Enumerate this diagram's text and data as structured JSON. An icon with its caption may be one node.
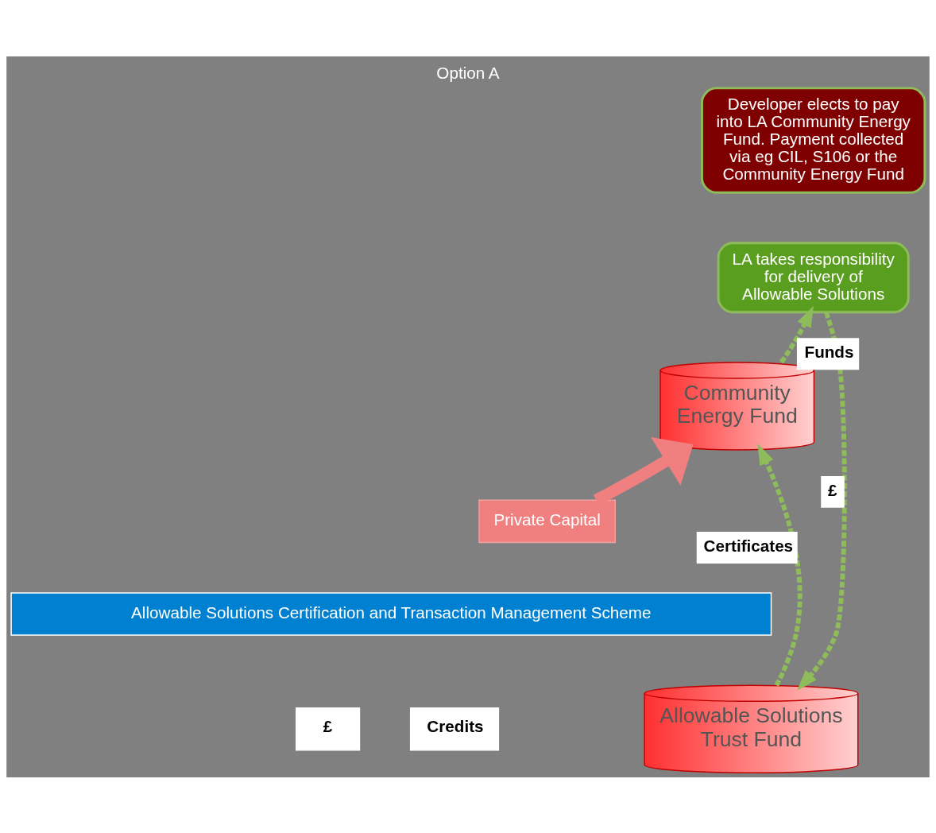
{
  "diagram": {
    "title": "Option A",
    "nodes": [
      {
        "text": [
          "Developer elects to pay into LA Community Energy Fund. Payment collected via eg CIL, S106 or the Community Energy Fund"
        ]
      },
      {
        "text": [
          "LA takes responsibility for delivery of Allowable Solutions"
        ]
      },
      {
        "text": [
          "Community Energy Fund"
        ]
      },
      {
        "text": [
          "Private Capital"
        ]
      },
      {
        "text": [
          "Allowable Solutions Certification and Transaction Management Scheme"
        ]
      },
      {
        "text": [
          "Allowable Solutions Trust Fund"
        ]
      }
    ],
    "edges": [
      {
        "from": 2,
        "to": 1,
        "arrow": "to",
        "label": "Funds",
        "style": "dashed"
      },
      {
        "from": 1,
        "to": 5,
        "arrow": "to",
        "label": "£",
        "style": "dashed"
      },
      {
        "from": 3,
        "to": 2,
        "arrow": "to",
        "style": "thick",
        "color": "#f08080"
      },
      {
        "from": 5,
        "to": 2,
        "arrow": "to",
        "label": "Certificates",
        "style": "dashed"
      }
    ],
    "labels": [
      "£",
      "Credits"
    ]
  }
}
